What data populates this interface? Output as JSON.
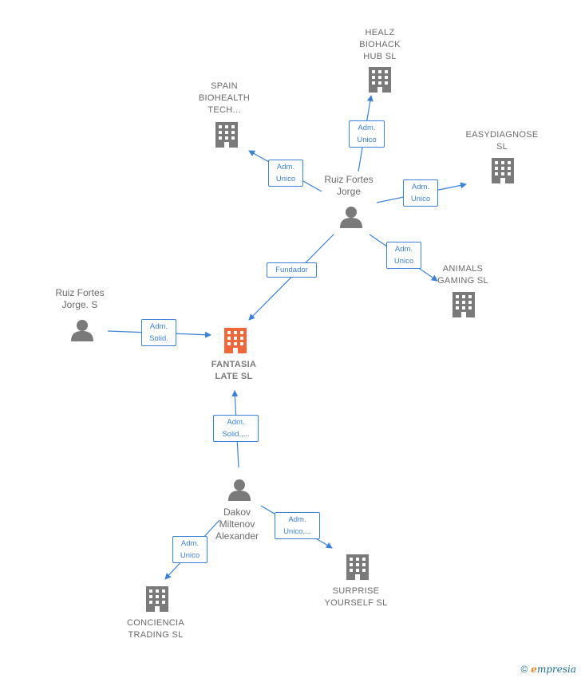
{
  "nodes": {
    "fantasia": "FANTASIA\nLATE  SL",
    "healz": "HEALZ\nBIOHACK\nHUB  SL",
    "spain": "SPAIN\nBIOHEALTH\nTECH...",
    "easydiagnose": "EASYDIAGNOSE\nSL",
    "animals": "ANIMALS\nGAMING  SL",
    "surprise": "SURPRISE\nYOURSELF  SL",
    "conciencia": "CONCIENCIA\nTRADING  SL",
    "ruiz_jorge": "Ruiz Fortes\nJorge",
    "ruiz_jorge_s": "Ruiz Fortes\nJorge.  S",
    "dakov": "Dakov\nMiltenov\nAlexander"
  },
  "edges": {
    "e_healz": "Adm.\nUnico",
    "e_spain": "Adm.\nUnico",
    "e_easy": "Adm.\nUnico",
    "e_animals": "Adm.\nUnico",
    "e_fundador": "Fundador",
    "e_solid": "Adm.\nSolid.",
    "e_solid2": "Adm.\nSolid.,...",
    "e_unico2": "Adm.\nUnico,...",
    "e_conciencia": "Adm.\nUnico"
  },
  "icons": {
    "company": "building-icon",
    "main_company": "building-icon",
    "person": "person-icon"
  },
  "colors": {
    "edge": "#3b82d4",
    "company": "#7a7a7a",
    "main_company": "#f0683a",
    "person": "#7a7a7a"
  },
  "footer": {
    "copyright": "©",
    "brand_initial": "e",
    "brand_rest": "mpresia"
  }
}
